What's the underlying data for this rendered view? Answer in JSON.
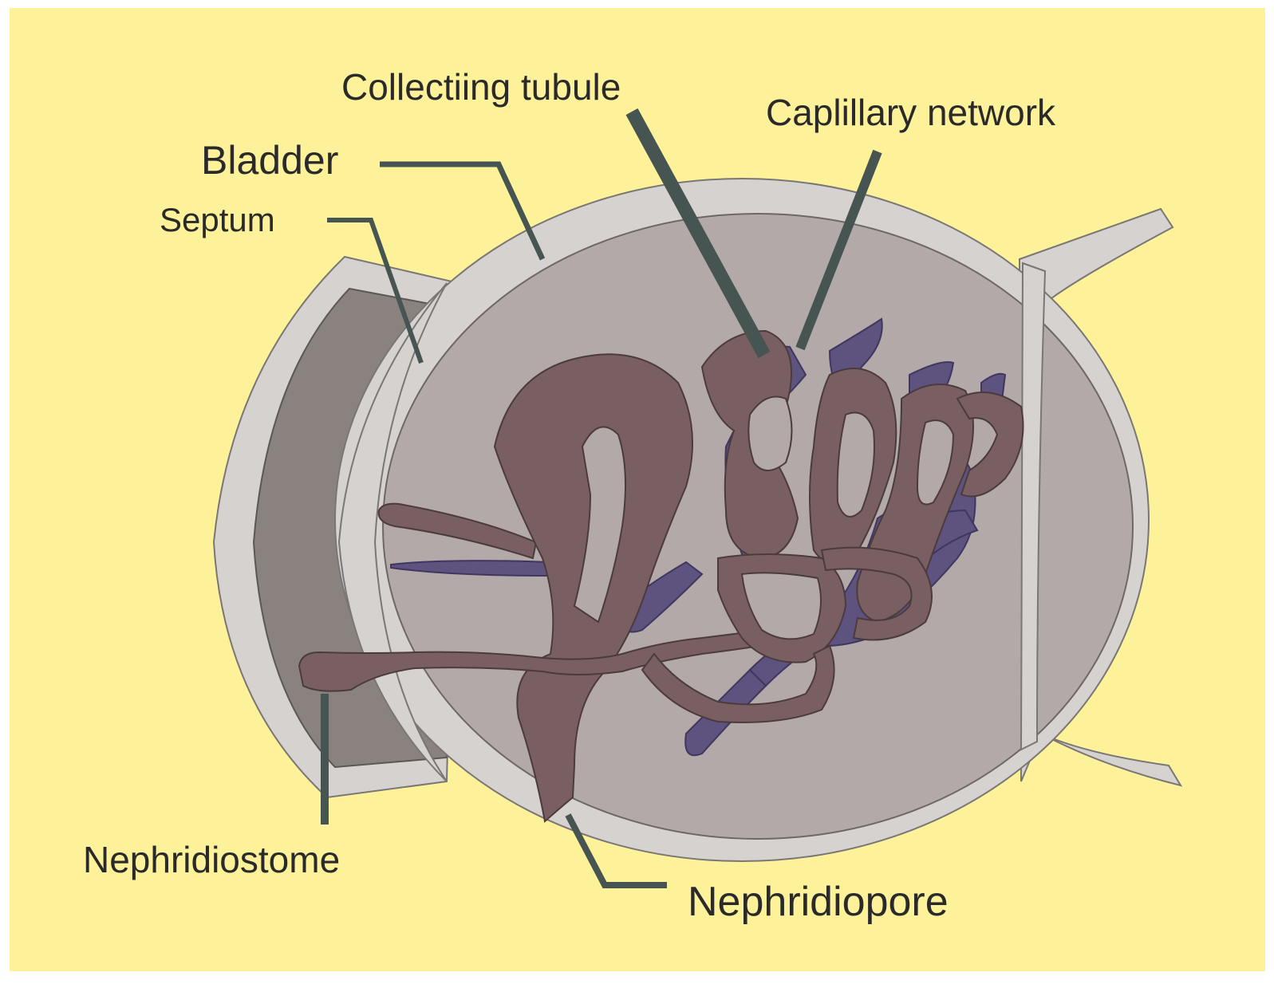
{
  "labels": {
    "collecting_tubule": "Collectiing tubule",
    "capillary_network": "Caplillary network",
    "bladder": "Bladder",
    "septum": "Septum",
    "nephridiostome": "Nephridiostome",
    "nephridiopore": "Nephridiopore"
  },
  "colors": {
    "background": "#fdf29a",
    "membrane": "#d6d2d0",
    "cavity": "#b3a9a8",
    "front_segment": "#8a827f",
    "tubule": "#7a5f62",
    "capillary": "#5e527f",
    "leader_line": "#465452"
  }
}
